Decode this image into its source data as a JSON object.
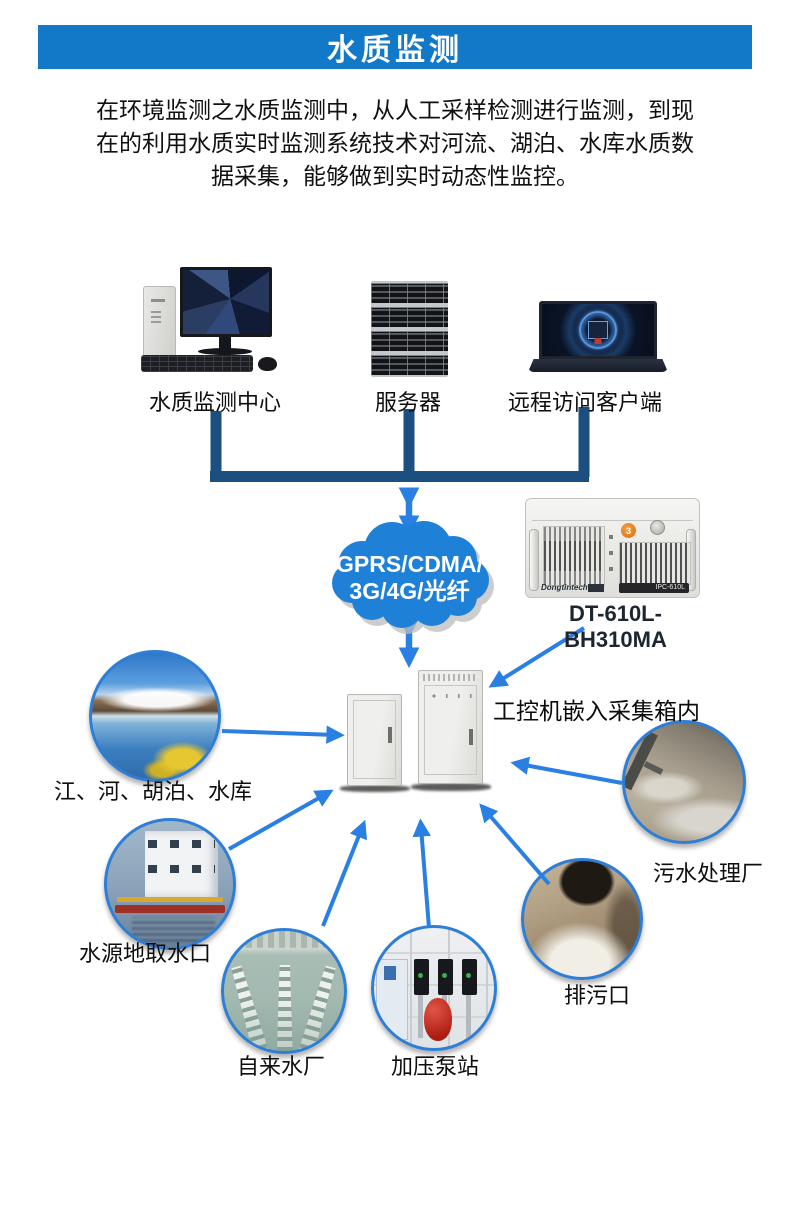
{
  "banner": {
    "title": "水质监测",
    "bg_color": "#1279c8"
  },
  "intro": {
    "lines": [
      "在环境监测之水质监测中，从人工采样检测进行监测，到现",
      "在的利用水质实时监测系统技术对河流、湖泊、水库水质数",
      "据采集，能够做到实时动态性监控。"
    ]
  },
  "devices": {
    "monitoring_center": {
      "label": "水质监测中心"
    },
    "server": {
      "label": "服务器"
    },
    "remote_client": {
      "label": "远程访问客户端"
    }
  },
  "network": {
    "cloud_line1": "GPRS/CDMA/",
    "cloud_line2": "3G/4G/光纤",
    "cloud_color": "#1f80d8",
    "arrow_color": "#2a7fe2",
    "bus_color": "#1b4f80"
  },
  "ipc": {
    "model": "DT-610L-BH310MA",
    "panel_label": "IPC-610L",
    "brand": "Dongtintech",
    "badge": "3"
  },
  "collection_box": {
    "caption": "工控机嵌入采集箱内"
  },
  "sites": {
    "rivers_lakes": {
      "label": "江、河、胡泊、水库"
    },
    "intake": {
      "label": "水源地取水口"
    },
    "tap_plant": {
      "label": "自来水厂"
    },
    "pump_station": {
      "label": "加压泵站"
    },
    "outfall": {
      "label": "排污口"
    },
    "treatment_plant": {
      "label": "污水处理厂"
    }
  }
}
